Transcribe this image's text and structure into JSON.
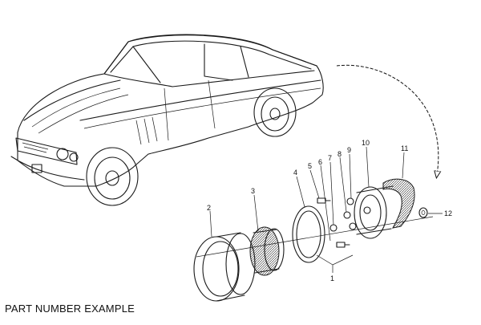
{
  "diagram": {
    "caption": "PART NUMBER EXAMPLE",
    "callouts": [
      {
        "id": "c1",
        "label": "1"
      },
      {
        "id": "c2",
        "label": "2"
      },
      {
        "id": "c3",
        "label": "3"
      },
      {
        "id": "c4",
        "label": "4"
      },
      {
        "id": "c5",
        "label": "5"
      },
      {
        "id": "c6",
        "label": "6"
      },
      {
        "id": "c7",
        "label": "7"
      },
      {
        "id": "c8",
        "label": "8"
      },
      {
        "id": "c9",
        "label": "9"
      },
      {
        "id": "c10",
        "label": "10"
      },
      {
        "id": "c11",
        "label": "11"
      },
      {
        "id": "c12",
        "label": "12"
      }
    ]
  }
}
